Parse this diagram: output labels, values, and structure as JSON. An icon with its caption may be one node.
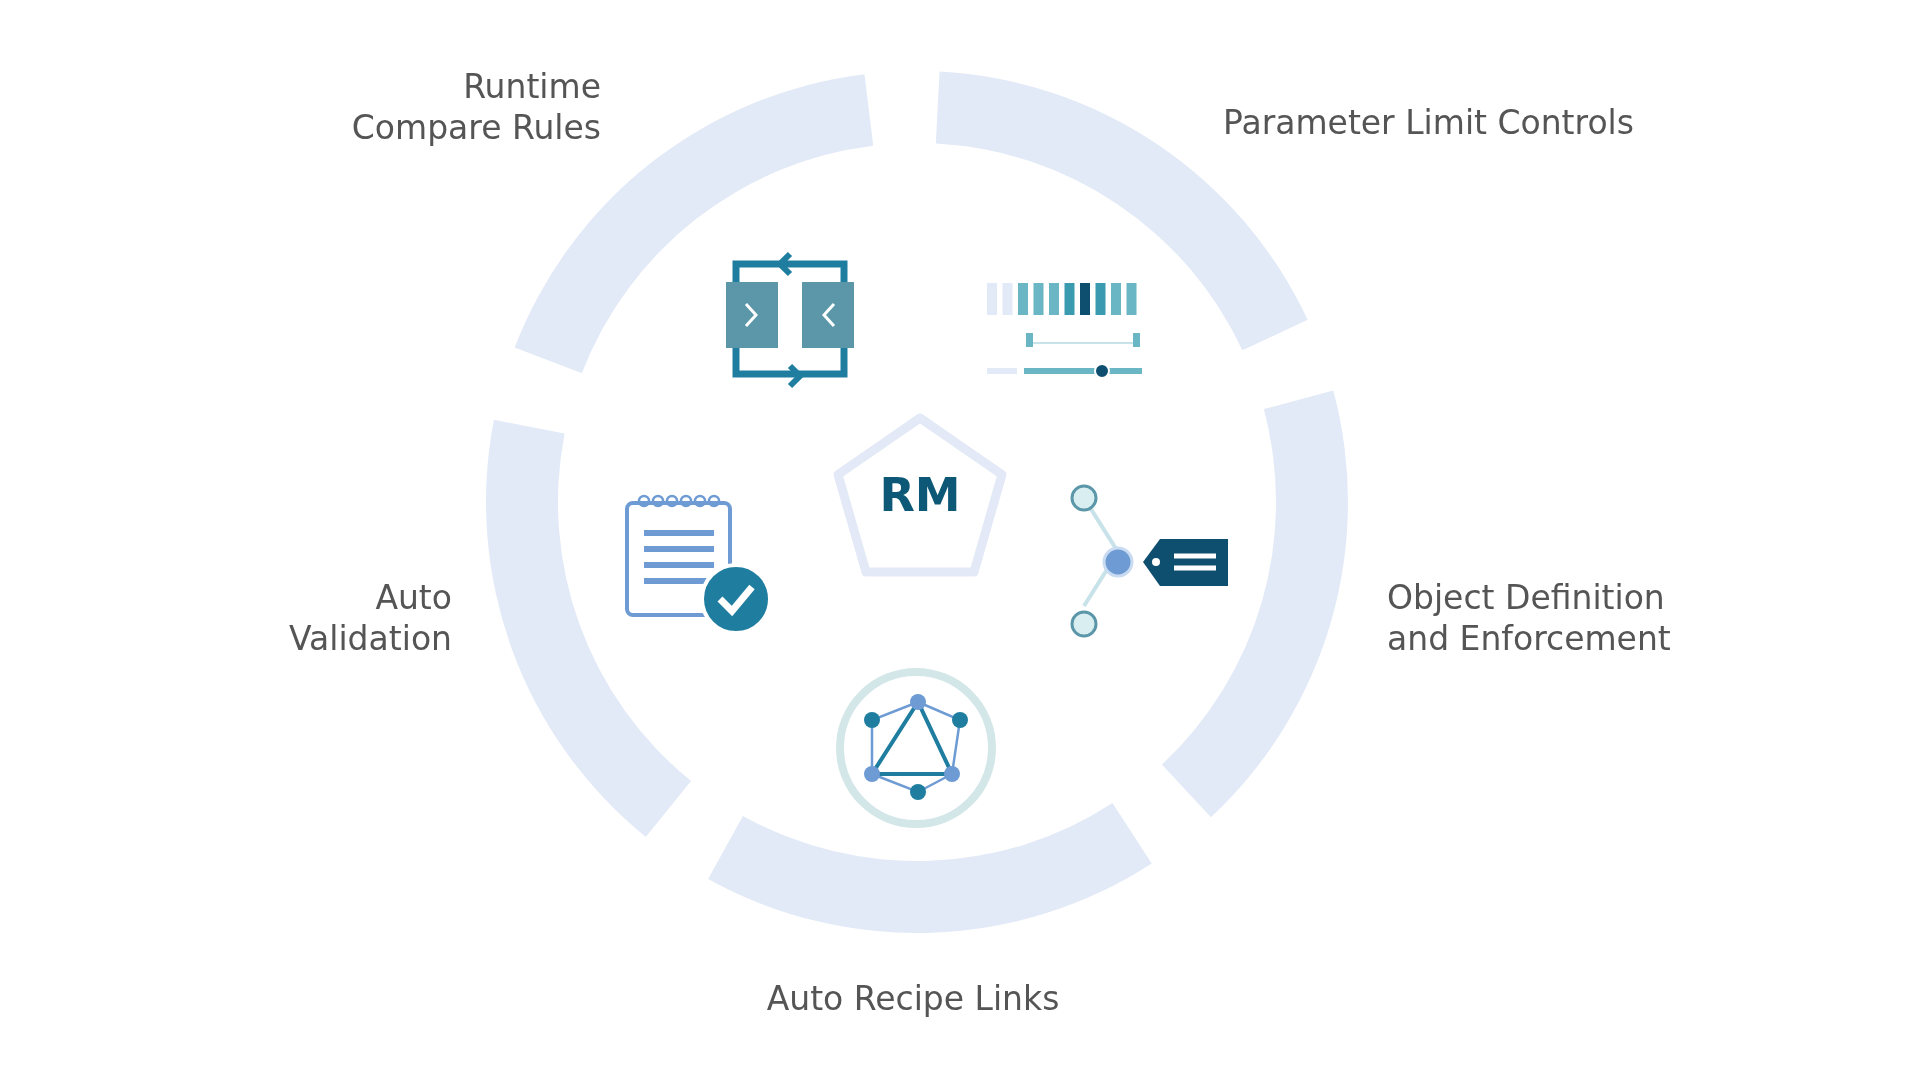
{
  "diagram": {
    "nodes": [
      {
        "text": [
          "RM"
        ]
      },
      {
        "text": [],
        "shape": "arc"
      },
      {
        "text": [],
        "shape": "arc"
      },
      {
        "text": [],
        "shape": "arc"
      },
      {
        "text": [],
        "shape": "arc"
      },
      {
        "text": [],
        "shape": "arc"
      }
    ],
    "labels": [
      "Runtime Compare Rules",
      "Parameter Limit Controls",
      "Auto Validation",
      "Object Definition and Enforcement",
      "Auto Recipe Links"
    ]
  }
}
